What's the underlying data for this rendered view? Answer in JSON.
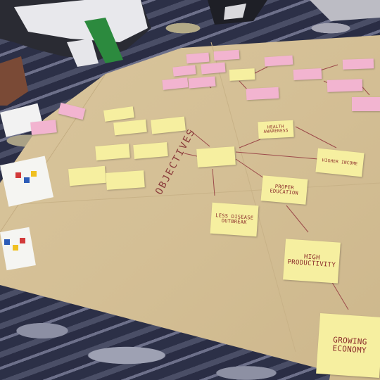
{
  "notes": {
    "objectives": "OBJECTIVES",
    "less_disease": "LESS DISEASE OUTBREAK",
    "proper_education": "PROPER EDUCATION",
    "high_productivity": "HIGH PRODUCTIVITY",
    "growing_economy": "GROWING ECONOMY",
    "health_awareness": "HEALTH AWARENESS",
    "higher_income": "HIGHER INCOME"
  }
}
